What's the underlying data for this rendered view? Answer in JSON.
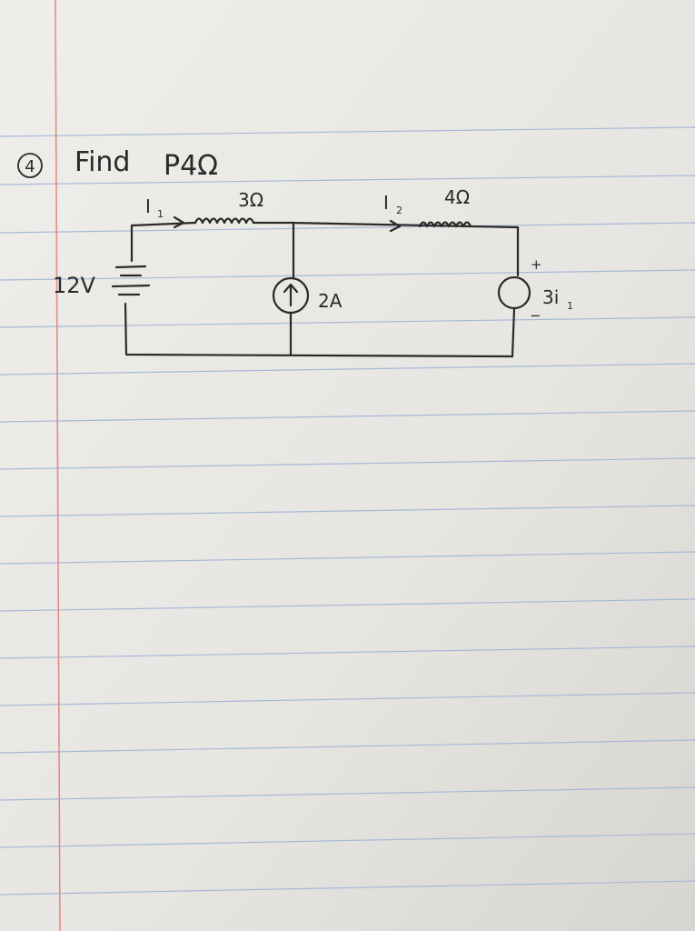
{
  "problem": {
    "number": "4",
    "title_text": "Find",
    "title_symbol": "P4Ω"
  },
  "circuit": {
    "battery_voltage": "12V",
    "resistor_1": "3Ω",
    "resistor_2": "4Ω",
    "current_1": "I",
    "current_1_sub": "1",
    "current_2": "I",
    "current_2_sub": "2",
    "current_source": "2A",
    "dependent_source": "3i",
    "dependent_source_sub": "1",
    "plus_sign": "+",
    "minus_sign": "−"
  },
  "colors": {
    "paper": "#e9e8e4",
    "rule_line": "#9fb4d6",
    "margin_line": "#e58b86",
    "ink": "#2a2a2a"
  }
}
